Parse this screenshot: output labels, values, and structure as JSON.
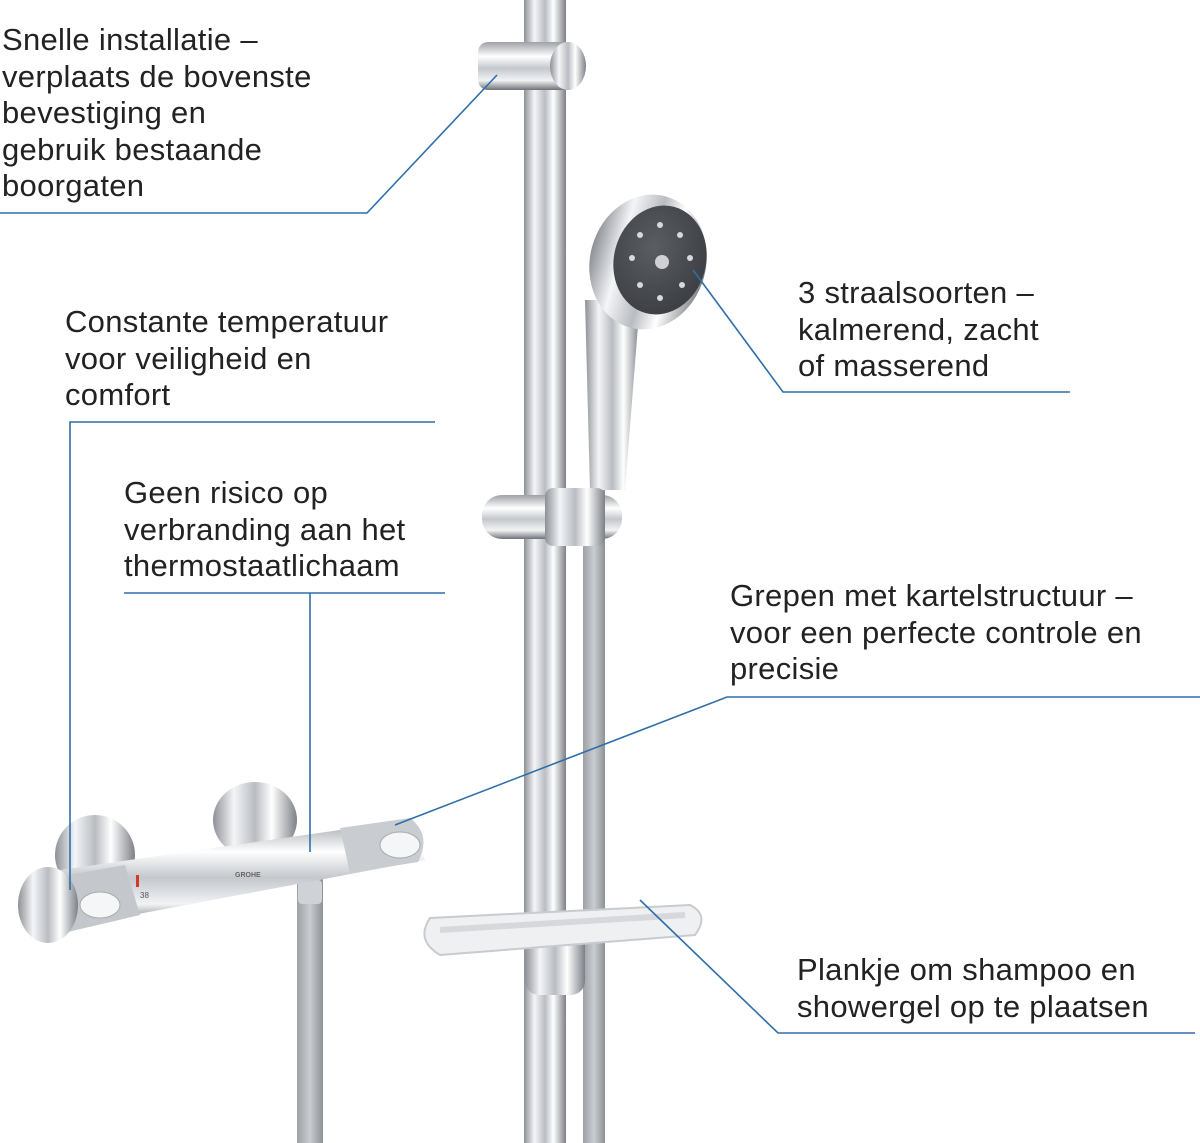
{
  "colors": {
    "leader_line": "#2f6fa8",
    "text": "#222222"
  },
  "callouts": {
    "install": {
      "lines": [
        "Snelle installatie –",
        "verplaats de bovenste",
        "bevestiging en",
        "gebruik bestaande",
        "boorgaten"
      ]
    },
    "temperature": {
      "lines": [
        "Constante temperatuur",
        "voor veiligheid en",
        "comfort"
      ]
    },
    "burn": {
      "lines": [
        "Geen risico op",
        "verbranding aan het",
        "thermostaatlichaam"
      ]
    },
    "spray": {
      "lines": [
        "3 straalsoorten –",
        "kalmerend, zacht",
        "of masserend"
      ]
    },
    "grips": {
      "lines": [
        "Grepen met kartelstructuur –",
        "voor een perfecte controle en",
        "precisie"
      ]
    },
    "shelf": {
      "lines": [
        "Plankje om shampoo en",
        "showergel op te plaatsen"
      ]
    }
  },
  "product": {
    "brand_logo": "GROHE",
    "temperature_mark": "38"
  }
}
